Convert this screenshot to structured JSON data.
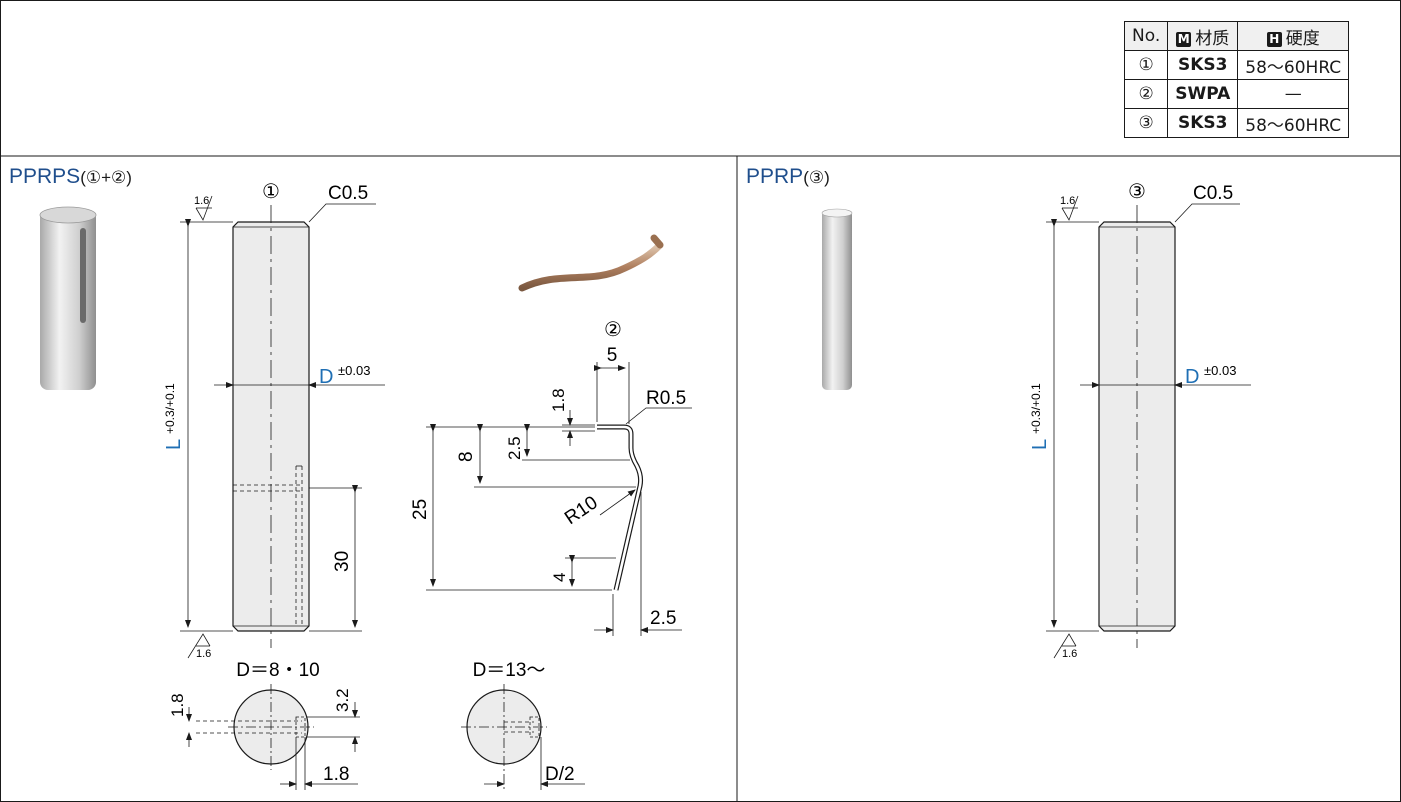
{
  "table": {
    "headers": {
      "no": "No.",
      "material_tag": "M",
      "material": "材质",
      "hardness_tag": "H",
      "hardness": "硬度"
    },
    "rows": [
      {
        "no": "①",
        "material": "SKS3",
        "hardness": "58～60HRC"
      },
      {
        "no": "②",
        "material": "SWPA",
        "hardness": "—"
      },
      {
        "no": "③",
        "material": "SKS3",
        "hardness": "58～60HRC"
      }
    ]
  },
  "left_panel": {
    "title": "PPRPS",
    "title_parts": "(①+②)",
    "pin": {
      "marker": "①",
      "chamfer": "C0.5",
      "roughness_top": "1.6",
      "roughness_bottom": "1.6",
      "length_label": "L",
      "length_tol": "+0.3/+0.1",
      "diameter_label": "D",
      "diameter_tol": "±0.03",
      "hole_position": "30"
    },
    "spring": {
      "marker": "②",
      "width": "5",
      "radius_small": "R0.5",
      "dim_top": "1.8",
      "dim_2_5": "2.5",
      "dim_8": "8",
      "radius_large": "R10",
      "dim_25": "25",
      "dim_4": "4",
      "dim_offset": "2.5"
    },
    "section_small": {
      "title": "D＝8・10",
      "dim_hole": "1.8",
      "dim_3_2": "3.2",
      "dim_bottom": "1.8"
    },
    "section_large": {
      "title": "D＝13～",
      "dim_bottom": "D/2"
    }
  },
  "right_panel": {
    "title": "PPRP",
    "title_parts": "(③)",
    "pin": {
      "marker": "③",
      "chamfer": "C0.5",
      "roughness_top": "1.6",
      "roughness_bottom": "1.6",
      "length_label": "L",
      "length_tol": "+0.3/+0.1",
      "diameter_label": "D",
      "diameter_tol": "±0.03"
    }
  },
  "colors": {
    "accent": "#1f6fb4",
    "line": "#1a1a1a",
    "part_fill": "#ececec"
  }
}
